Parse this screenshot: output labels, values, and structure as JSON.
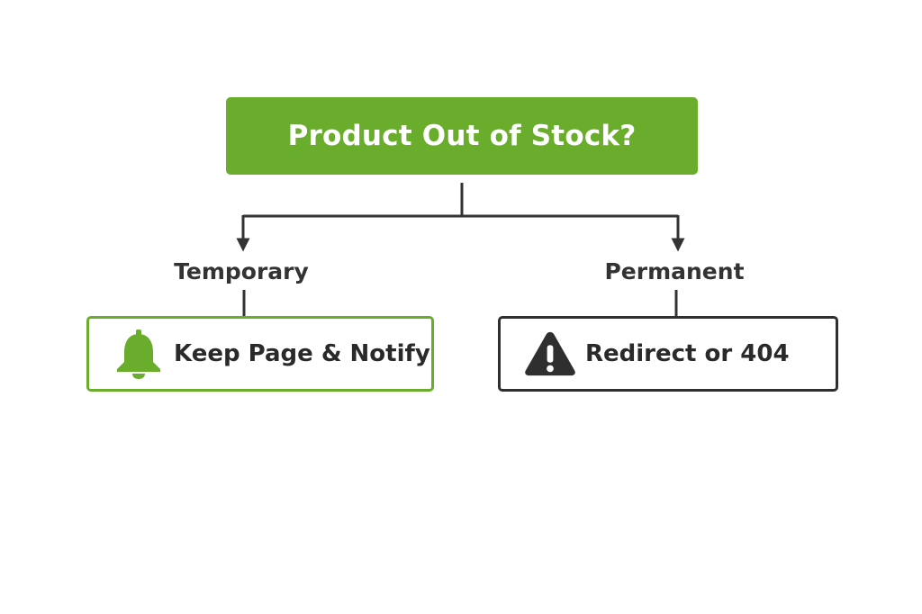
{
  "colors": {
    "accent_green": "#6aad2c",
    "dark": "#2f2f2f",
    "connector": "#333333"
  },
  "decision": {
    "label": "Product Out of Stock?"
  },
  "branches": [
    {
      "label": "Temporary",
      "outcome": "Keep Page & Notify",
      "icon": "bell-icon",
      "style": "green"
    },
    {
      "label": "Permanent",
      "outcome": "Redirect or 404",
      "icon": "warning-icon",
      "style": "dark"
    }
  ]
}
